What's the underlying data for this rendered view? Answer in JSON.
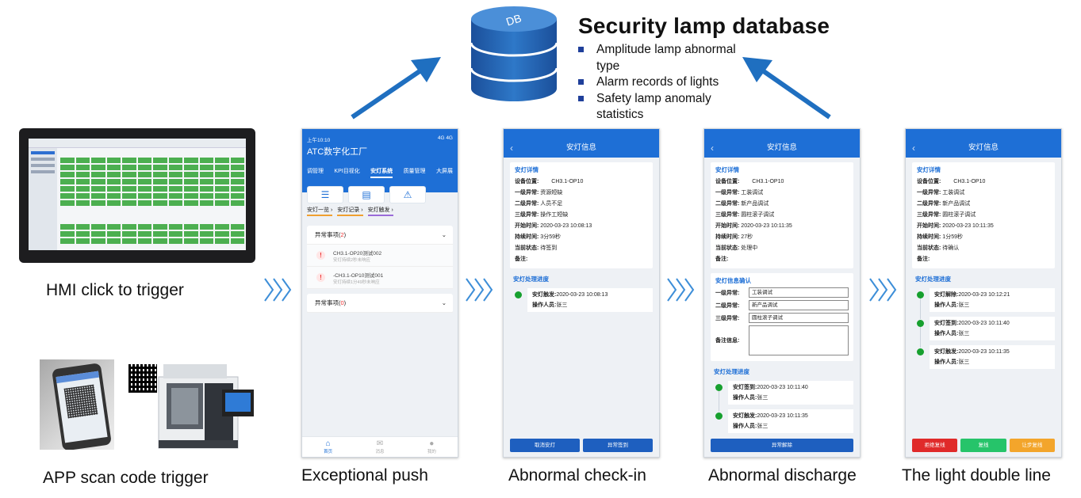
{
  "database": {
    "title": "Security lamp database",
    "items": [
      "Amplitude lamp abnormal type",
      "Alarm records of lights",
      "Safety lamp anomaly statistics"
    ],
    "icon_label": "DB"
  },
  "captions": {
    "hmi": "HMI click to trigger",
    "app": "APP scan code trigger",
    "push": "Exceptional push",
    "checkin": "Abnormal check-in",
    "discharge": "Abnormal discharge",
    "double": "The light double line"
  },
  "colors": {
    "accent": "#1e6fd6",
    "arrow": "#1f6fc0",
    "ok": "#17a02f"
  },
  "phone1": {
    "status_time": "上午10:10",
    "status_right": "4G 4G",
    "app_title": "ATC数字化工厂",
    "tabs": [
      "调管理",
      "KPI目视化",
      "安灯系统",
      "质量管理",
      "大屏展"
    ],
    "active_tab": "安灯系统",
    "sublinks": [
      "安灯一览 ›",
      "安灯记录 ›",
      "安灯触发 ›"
    ],
    "group1_label": "异常事项",
    "group1_count": "2",
    "items": [
      {
        "title": "CH3.1-OP20测试002",
        "sub": "安灯持续2秒未响应"
      },
      {
        "title": "-CH3.1-OP10测试001",
        "sub": "安灯持续1分49秒未响应"
      }
    ],
    "group2_label": "异常事项",
    "group2_count": "0",
    "tabbar": [
      "首页",
      "消息",
      "我的"
    ]
  },
  "phone2": {
    "nav_title": "安灯信息",
    "section_title": "安灯详情",
    "fields": [
      {
        "k": "设备位置:",
        "v": "CH3.1-OP10"
      },
      {
        "k": "一级异常:",
        "v": "资源短缺"
      },
      {
        "k": "二级异常:",
        "v": "人员不足"
      },
      {
        "k": "三级异常:",
        "v": "操作工短缺"
      },
      {
        "k": "开始时间:",
        "v": "2020-03-23 10:08:13"
      },
      {
        "k": "持续时间:",
        "v": "3分59秒"
      },
      {
        "k": "当前状态:",
        "v": "待签到"
      },
      {
        "k": "备注:",
        "v": ""
      }
    ],
    "progress_title": "安灯处理进度",
    "progress": [
      {
        "k": "安灯触发:",
        "v": "2020-03-23 10:08:13",
        "op_k": "操作人员:",
        "op_v": "张三"
      }
    ],
    "buttons": [
      "取消安灯",
      "异常签到"
    ]
  },
  "phone3": {
    "nav_title": "安灯信息",
    "section_title": "安灯详情",
    "fields": [
      {
        "k": "设备位置:",
        "v": "CH3.1-OP10"
      },
      {
        "k": "一级异常:",
        "v": "工装调试"
      },
      {
        "k": "二级异常:",
        "v": "新产品调试"
      },
      {
        "k": "三级异常:",
        "v": "圆柱滚子调试"
      },
      {
        "k": "开始时间:",
        "v": "2020-03-23 10:11:35"
      },
      {
        "k": "持续时间:",
        "v": "27秒"
      },
      {
        "k": "当前状态:",
        "v": "处理中"
      },
      {
        "k": "备注:",
        "v": ""
      }
    ],
    "confirm_title": "安灯信息确认",
    "confirm": [
      {
        "k": "一级异常:",
        "v": "工装调试"
      },
      {
        "k": "二级异常:",
        "v": "新产品调试"
      },
      {
        "k": "三级异常:",
        "v": "圆柱滚子调试"
      }
    ],
    "remark_label": "备注信息:",
    "progress_title": "安灯处理进度",
    "progress": [
      {
        "k": "安灯签到:",
        "v": "2020-03-23 10:11:40",
        "op_k": "操作人员:",
        "op_v": "张三"
      },
      {
        "k": "安灯触发:",
        "v": "2020-03-23 10:11:35",
        "op_k": "操作人员:",
        "op_v": "张三"
      }
    ],
    "buttons": [
      "异常解除"
    ]
  },
  "phone4": {
    "nav_title": "安灯信息",
    "section_title": "安灯详情",
    "fields": [
      {
        "k": "设备位置:",
        "v": "CH3.1-OP10"
      },
      {
        "k": "一级异常:",
        "v": "工装调试"
      },
      {
        "k": "二级异常:",
        "v": "新产品调试"
      },
      {
        "k": "三级异常:",
        "v": "圆柱滚子调试"
      },
      {
        "k": "开始时间:",
        "v": "2020-03-23 10:11:35"
      },
      {
        "k": "持续时间:",
        "v": "1分59秒"
      },
      {
        "k": "当前状态:",
        "v": "待确认"
      },
      {
        "k": "备注:",
        "v": ""
      }
    ],
    "progress_title": "安灯处理进度",
    "progress": [
      {
        "k": "安灯解除:",
        "v": "2020-03-23 10:12:21",
        "op_k": "操作人员:",
        "op_v": "张三"
      },
      {
        "k": "安灯签到:",
        "v": "2020-03-23 10:11:40",
        "op_k": "操作人员:",
        "op_v": "张三"
      },
      {
        "k": "安灯触发:",
        "v": "2020-03-23 10:11:35",
        "op_k": "操作人员:",
        "op_v": "张三"
      }
    ],
    "buttons": [
      "拒绝复线",
      "复线",
      "让步复线"
    ]
  }
}
